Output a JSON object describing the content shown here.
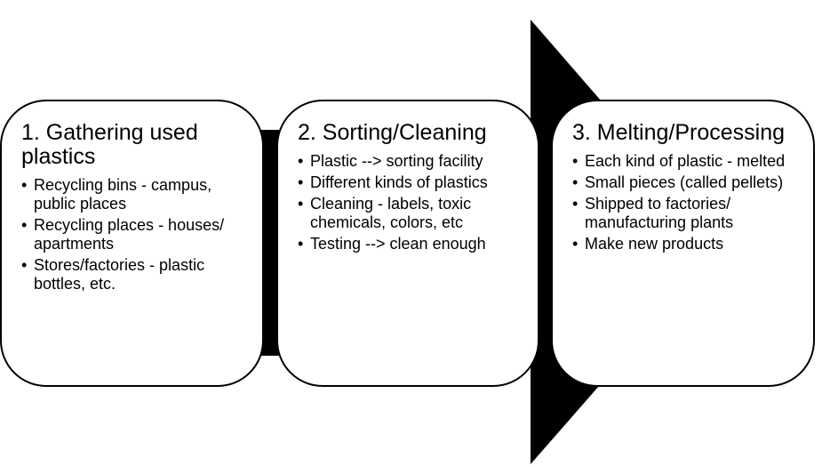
{
  "steps": [
    {
      "title": "1. Gathering used plastics",
      "bullets": [
        "Recycling bins - campus, public places",
        "Recycling places - houses/ apartments",
        "Stores/factories - plastic bottles, etc."
      ]
    },
    {
      "title": "2. Sorting/Cleaning",
      "bullets": [
        "Plastic --> sorting facility",
        "Different kinds of plastics",
        "Cleaning - labels, toxic chemicals, colors, etc",
        "Testing --> clean enough"
      ]
    },
    {
      "title": "3. Melting/Processing",
      "bullets": [
        "Each kind of plastic - melted",
        "Small pieces (called pellets)",
        "Shipped to factories/ manufacturing plants",
        "Make new products"
      ]
    }
  ],
  "colors": {
    "arrow": "#000000",
    "box_border": "#000000",
    "box_fill": "#ffffff"
  }
}
